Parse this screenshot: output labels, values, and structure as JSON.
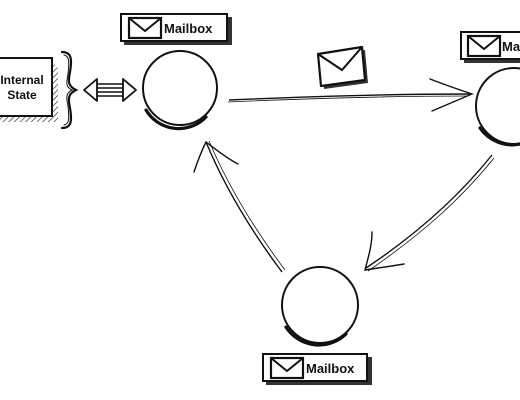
{
  "colors": {
    "ink": "#111111",
    "paper": "#ffffff",
    "shadow": "#333333"
  },
  "icons": {
    "envelope": "envelope-icon",
    "brace": "curly-brace-icon",
    "exchange": "double-arrow-icon"
  },
  "internal_state": {
    "line1": "Internal",
    "line2": "State"
  },
  "actors": [
    {
      "id": "actor-left",
      "mailbox_label": "Mailbox"
    },
    {
      "id": "actor-right",
      "mailbox_label": "Ma"
    },
    {
      "id": "actor-bottom",
      "mailbox_label": "Mailbox"
    }
  ],
  "message_icon": "envelope-icon"
}
